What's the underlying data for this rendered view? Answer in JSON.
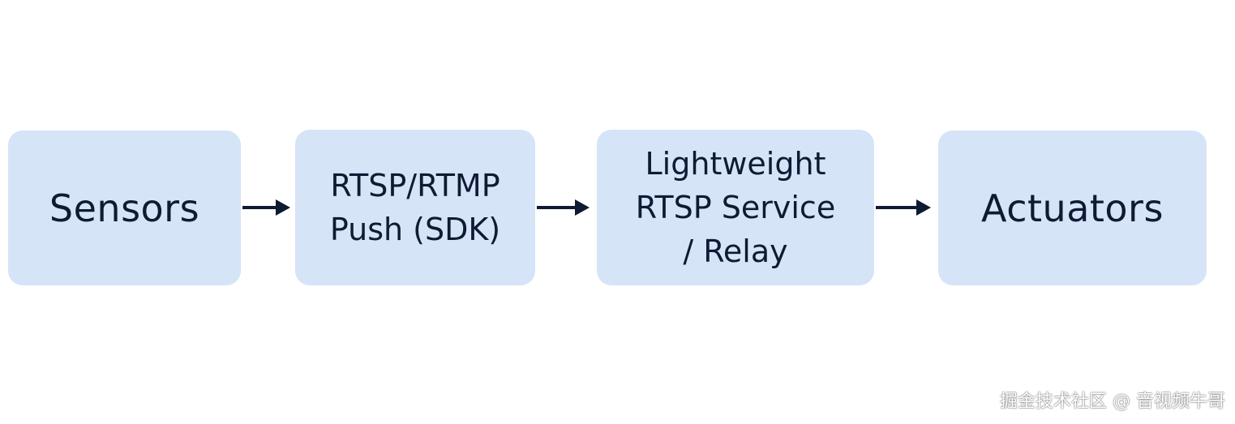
{
  "diagram": {
    "nodes": [
      {
        "id": "sensors",
        "lines": [
          "Sensors"
        ]
      },
      {
        "id": "push",
        "lines": [
          "RTSP/RTMP",
          "Push (SDK)"
        ]
      },
      {
        "id": "relay",
        "lines": [
          "Lightweight",
          "RTSP Service",
          "/ Relay"
        ]
      },
      {
        "id": "actuators",
        "lines": [
          "Actuators"
        ]
      }
    ],
    "edges": [
      {
        "from": "sensors",
        "to": "push"
      },
      {
        "from": "push",
        "to": "relay"
      },
      {
        "from": "relay",
        "to": "actuators"
      }
    ]
  },
  "colors": {
    "box_fill": "#d6e4f8",
    "text": "#0f1a33",
    "arrow": "#0f1a33",
    "background": "#ffffff"
  },
  "watermark": "掘金技术社区 @ 音视频牛哥"
}
